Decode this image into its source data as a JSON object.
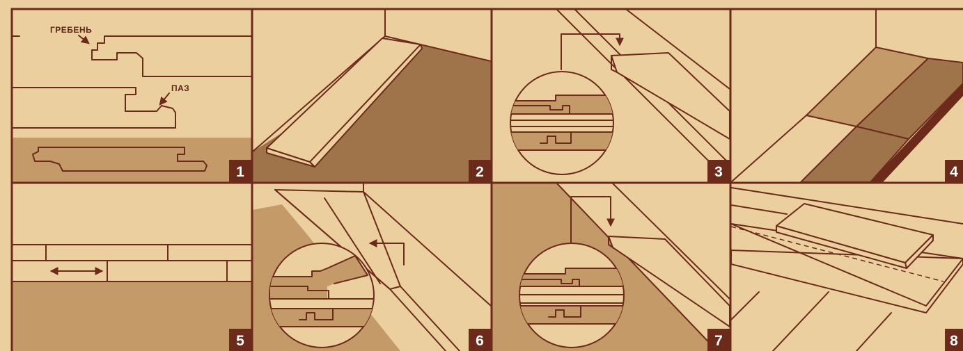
{
  "colors": {
    "background": "#eccf9f",
    "floor_light": "#c49a68",
    "floor_dark": "#a0744a",
    "line": "#6b2a1a",
    "badge": "#6b2a1a"
  },
  "panels": [
    {
      "number": "1",
      "labels": {
        "tongue": "ГРЕБЕНЬ",
        "groove": "ПАЗ"
      }
    },
    {
      "number": "2"
    },
    {
      "number": "3"
    },
    {
      "number": "4"
    },
    {
      "number": "5"
    },
    {
      "number": "6"
    },
    {
      "number": "7"
    },
    {
      "number": "8"
    }
  ]
}
